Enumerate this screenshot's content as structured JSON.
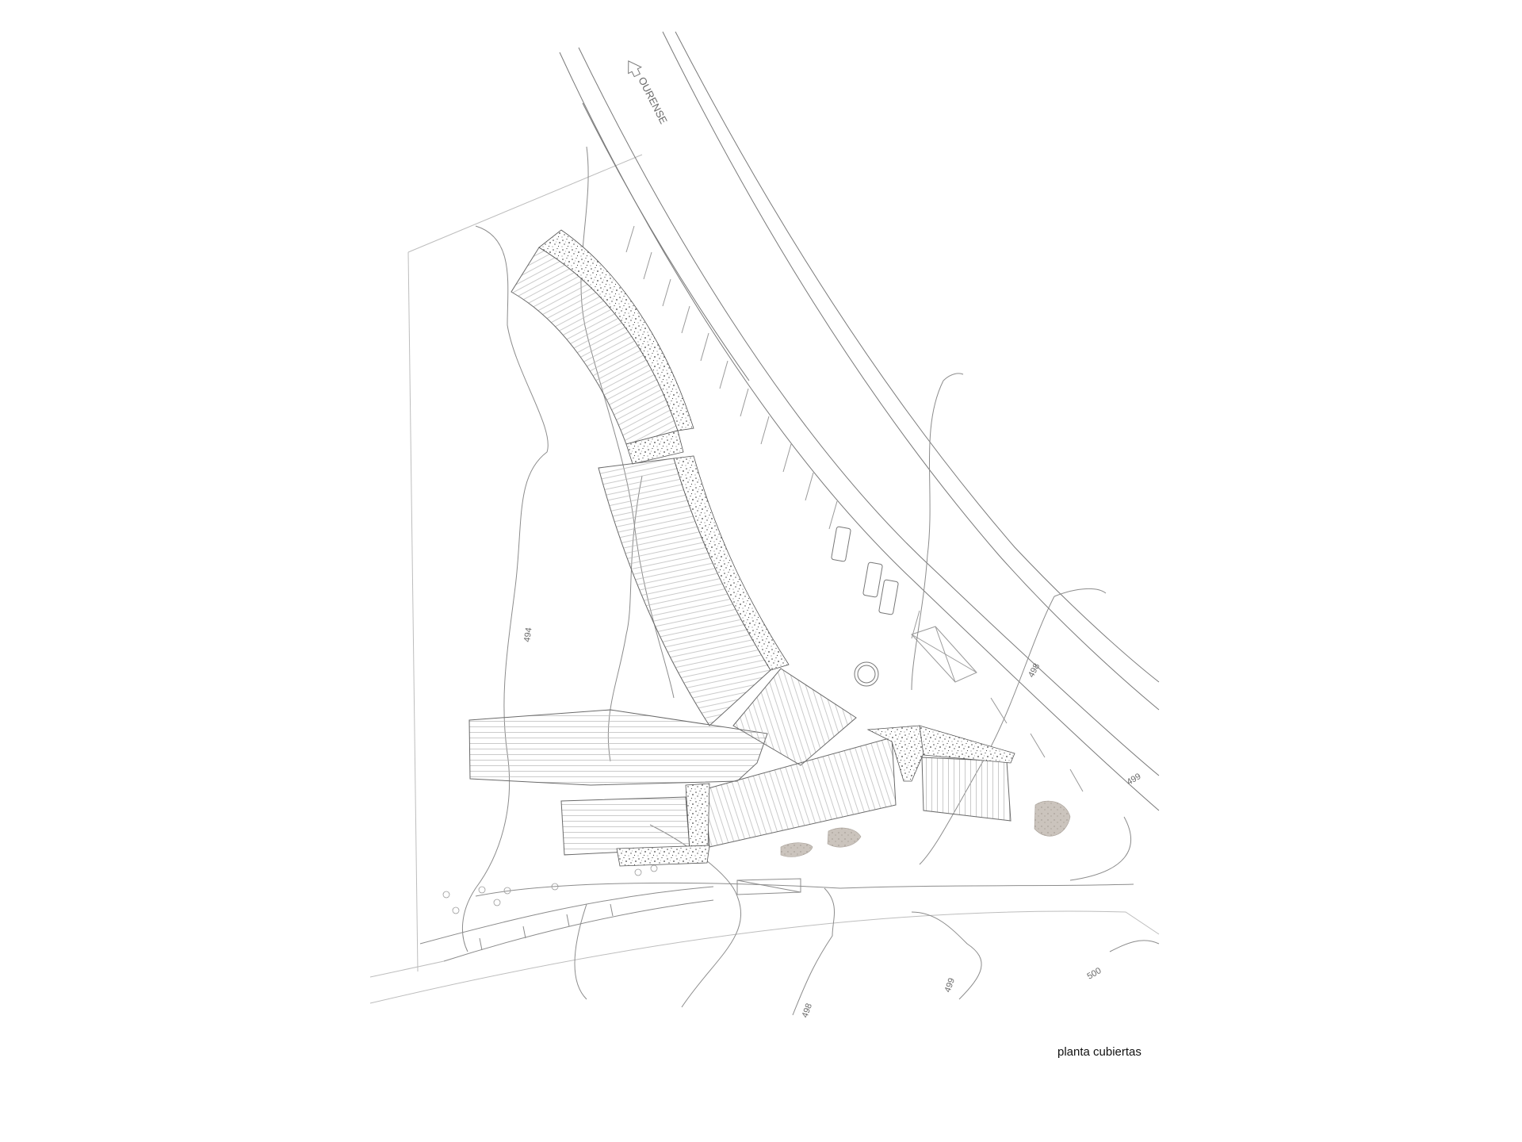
{
  "drawing": {
    "title": "planta cubiertas",
    "direction_label": "OURENSE",
    "contours": [
      "494",
      "498",
      "499",
      "498",
      "499",
      "500"
    ]
  },
  "colors": {
    "line": "#8c8c8c",
    "road": "#7a7a7a",
    "hatch": "#b4b4b4",
    "gravel": "#444444",
    "shade": "#c9c2bc"
  }
}
